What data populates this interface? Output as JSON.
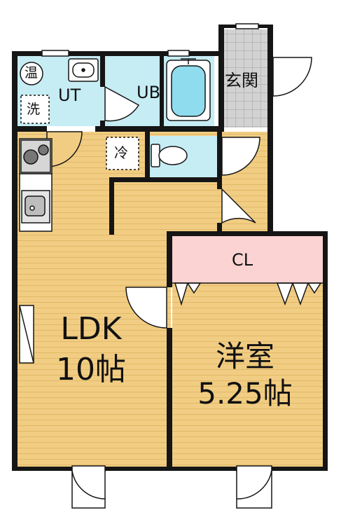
{
  "rooms": {
    "water_heater": "温",
    "washer": "洗",
    "utility": "UT",
    "bathroom": "UB",
    "entrance": "玄関",
    "fridge": "冷",
    "closet": "CL",
    "ldk_name": "LDK",
    "ldk_size": "10帖",
    "western_name": "洋室",
    "western_size": "5.25帖"
  },
  "colors": {
    "wood_floor": "#f1cd83",
    "wood_line": "#e2b868",
    "wet_area": "#c6ecf4",
    "closet": "#fbd3d3",
    "entrance_tile": "#d2d2d2",
    "wall": "#151515"
  }
}
